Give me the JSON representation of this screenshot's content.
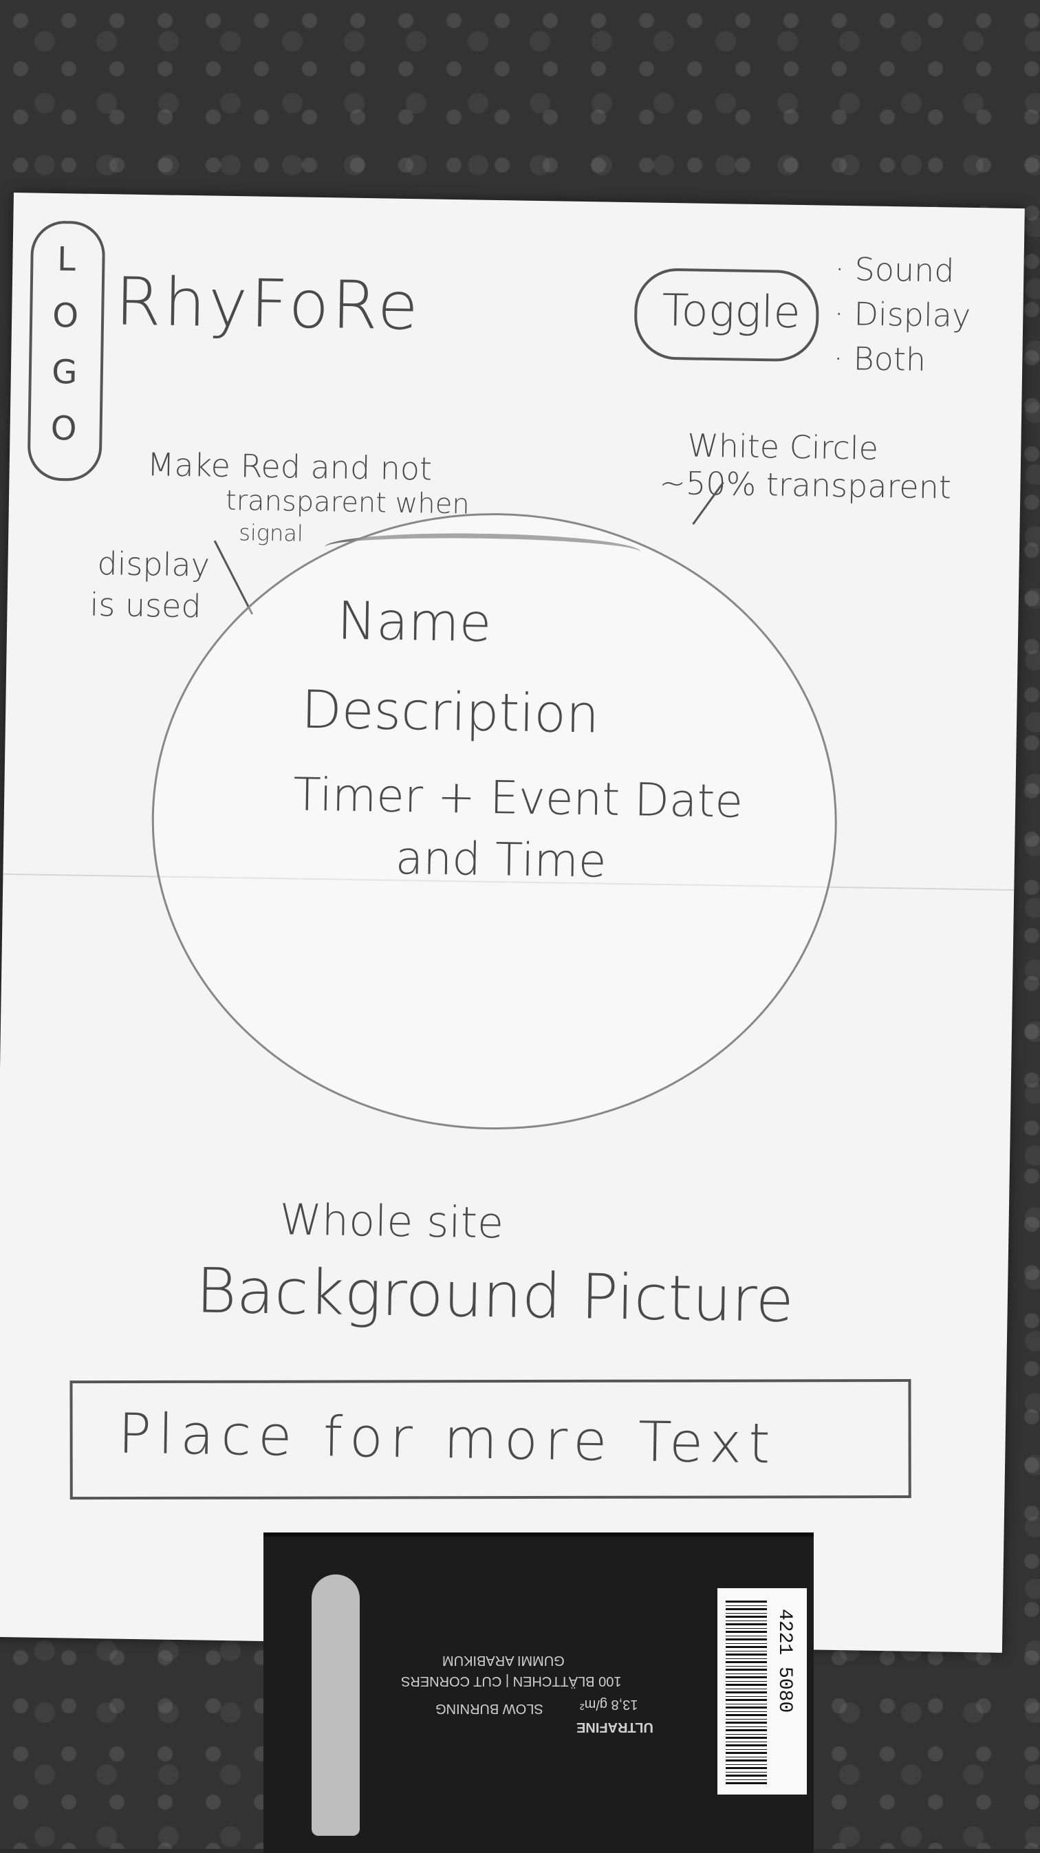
{
  "sketch": {
    "logo_label": "LOGO",
    "site_title": "RhyFoRe",
    "toggle": {
      "label": "Toggle",
      "options": [
        "Sound",
        "Display",
        "Both"
      ]
    },
    "annotations": {
      "circle_note_line1": "White Circle",
      "circle_note_line2": "~50% transparent",
      "signal_note_line1": "Make Red and not",
      "signal_note_line2": "transparent when",
      "signal_note_line3": "signal",
      "signal_note_line4": "display",
      "signal_note_line5": "is used"
    },
    "circle_content": {
      "name": "Name",
      "description": "Description",
      "timer_line1": "Timer + Event Date",
      "timer_line2": "and Time"
    },
    "background_note_line1": "Whole site",
    "background_note_line2": "Background Picture",
    "more_text_box": "Place for more Text"
  },
  "pack": {
    "line1": "ULTRAFINE",
    "line2": "13,8 g/m²",
    "line3": "SLOW BURNING",
    "line4": "100 BLÄTTCHEN | CUT CORNERS",
    "line5": "GUMMI ARABIKUM",
    "barcode_number": "4221 5080"
  }
}
